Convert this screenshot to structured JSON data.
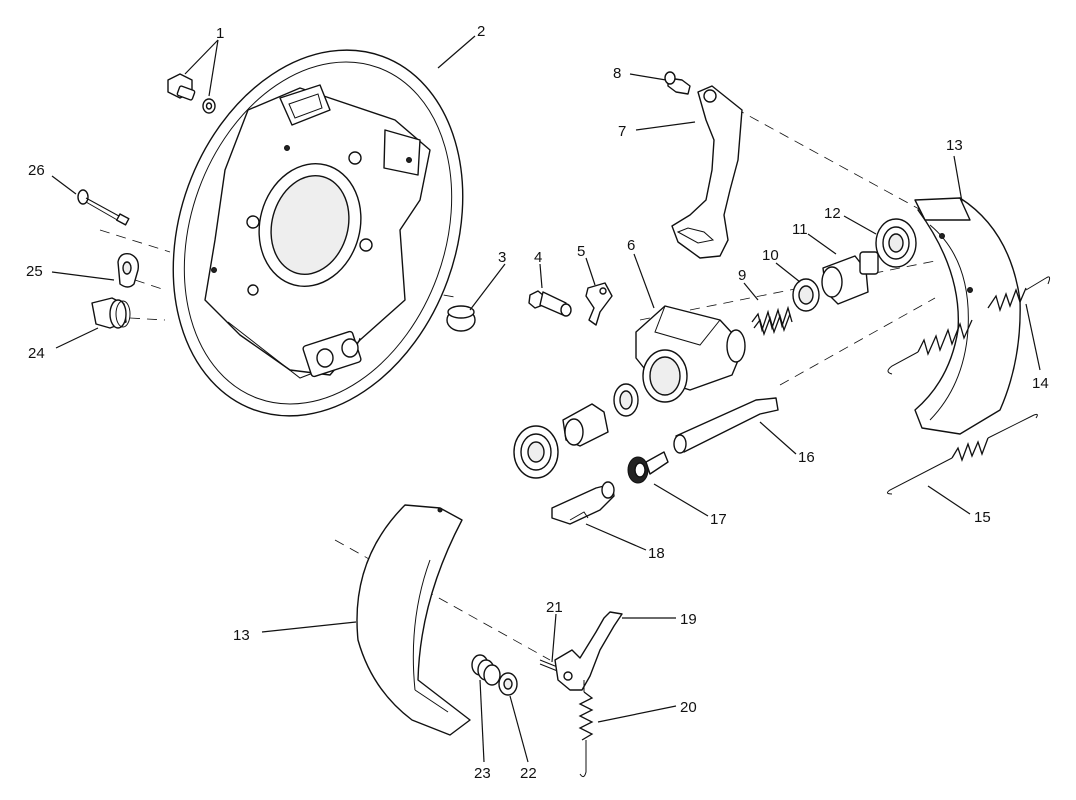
{
  "callouts": {
    "c1": "1",
    "c2": "2",
    "c3": "3",
    "c4": "4",
    "c5": "5",
    "c6": "6",
    "c7": "7",
    "c8": "8",
    "c9": "9",
    "c10": "10",
    "c11": "11",
    "c12": "12",
    "c13a": "13",
    "c13b": "13",
    "c14": "14",
    "c15": "15",
    "c16": "16",
    "c17": "17",
    "c18": "18",
    "c19": "19",
    "c20": "20",
    "c21": "21",
    "c22": "22",
    "c23": "23",
    "c24": "24",
    "c25": "25",
    "c26": "26"
  }
}
